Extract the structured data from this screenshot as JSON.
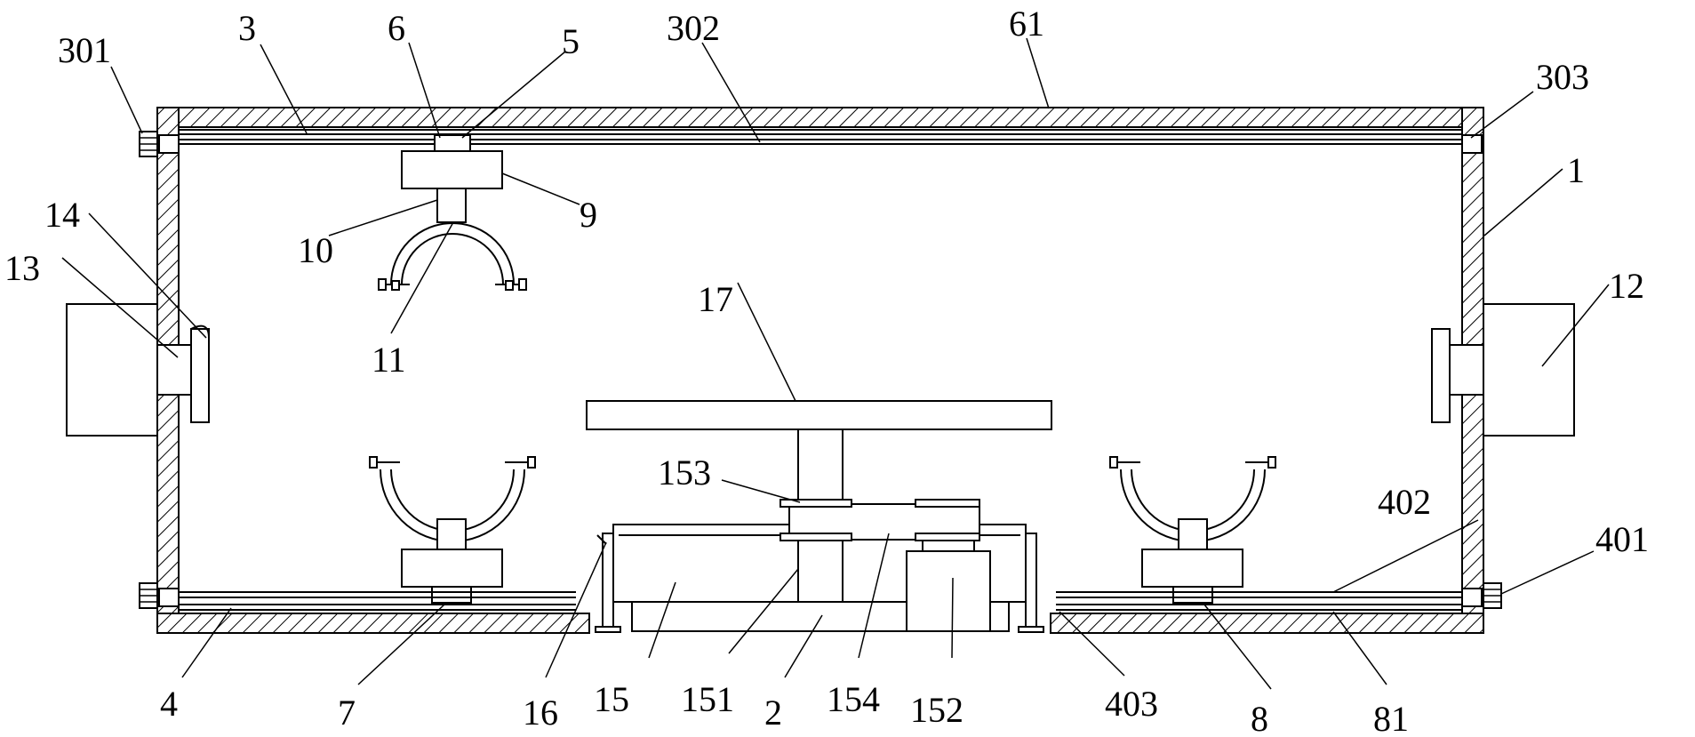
{
  "labels": {
    "l301": "301",
    "l3": "3",
    "l6": "6",
    "l5": "5",
    "l302": "302",
    "l61": "61",
    "l303": "303",
    "l1": "1",
    "l9": "9",
    "l14": "14",
    "l10": "10",
    "l13": "13",
    "l11": "11",
    "l12": "12",
    "l17": "17",
    "l153": "153",
    "l402": "402",
    "l401": "401",
    "l4": "4",
    "l7": "7",
    "l16": "16",
    "l15": "15",
    "l151": "151",
    "l2": "2",
    "l154": "154",
    "l152": "152",
    "l403": "403",
    "l8": "8",
    "l81": "81"
  }
}
